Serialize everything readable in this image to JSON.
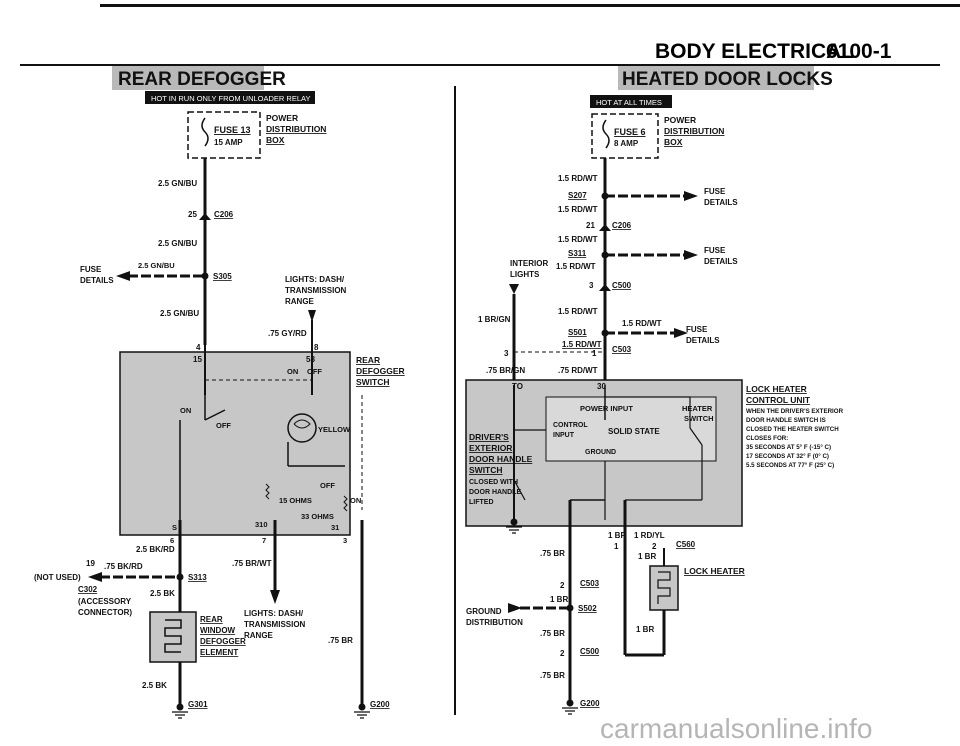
{
  "page": {
    "header_title": "BODY ELECTRICAL",
    "page_number": "6100-1",
    "watermark": "carmanualsonline.info"
  },
  "rear_defogger": {
    "title": "REAR DEFOGGER",
    "banner": "HOT IN RUN ONLY FROM UNLOADER RELAY",
    "fuse": "FUSE 13",
    "fuse_rating": "15 AMP",
    "power_box": [
      "POWER",
      "DISTRIBUTION",
      "BOX"
    ],
    "wire_top": "2.5 GN/BU",
    "conn_c206": "C206",
    "pin_c206": "25",
    "wire_mid": "2.5 GN/BU",
    "wire_splice": "2.5 GN/BU",
    "fuse_details": [
      "FUSE",
      "DETAILS"
    ],
    "splice_s305": "S305",
    "wire_lower": "2.5 GN/BU",
    "lights_dash": [
      "LIGHTS: DASH/",
      "TRANSMISSION",
      "RANGE"
    ],
    "wire_gyrd": ".75 GY/RD",
    "switch_label": [
      "REAR",
      "DEFOGGER",
      "SWITCH"
    ],
    "pins_top": [
      "4",
      "8",
      "15",
      "58"
    ],
    "on_off_top": [
      "ON",
      "OFF"
    ],
    "on_left": "ON",
    "off_left": "OFF",
    "yellow": "YELLOW",
    "off_right": "OFF",
    "on_right": "ON",
    "ohms_15": "15 OHMS",
    "ohms_33": "33 OHMS",
    "pins_bottom": [
      "S",
      "310",
      "31",
      "6",
      "7",
      "3"
    ],
    "wire_bkrd": "2.5 BK/RD",
    "pin_19": "19",
    "wire_075bkrd": ".75 BK/RD",
    "not_used": "(NOT USED)",
    "c302": "C302",
    "accessory": [
      "(ACCESSORY",
      "CONNECTOR)"
    ],
    "wire_25bk": "2.5 BK",
    "splice_s313": "S313",
    "wire_brwt": ".75 BR/WT",
    "lights_dash2": [
      "LIGHTS: DASH/",
      "TRANSMISSION",
      "RANGE"
    ],
    "element_label": [
      "REAR",
      "WINDOW",
      "DEFOGGER",
      "ELEMENT"
    ],
    "wire_bottom_bk": "2.5 BK",
    "wire_075br": ".75 BR",
    "ground_g301": "G301",
    "ground_g200": "G200"
  },
  "heated_locks": {
    "title": "HEATED DOOR LOCKS",
    "banner": "HOT AT ALL TIMES",
    "fuse": "FUSE 6",
    "fuse_rating": "8 AMP",
    "power_box": [
      "POWER",
      "DISTRIBUTION",
      "BOX"
    ],
    "w1": "1.5 RD/WT",
    "s207": "S207",
    "w2": "1.5 RD/WT",
    "fuse_det1": [
      "FUSE",
      "DETAILS"
    ],
    "pin21": "21",
    "c206": "C206",
    "w3": "1.5 RD/WT",
    "s311": "S311",
    "fuse_det2": [
      "FUSE",
      "DETAILS"
    ],
    "w4": "1.5 RD/WT",
    "interior_lights": [
      "INTERIOR",
      "LIGHTS"
    ],
    "pin3": "3",
    "c500": "C500",
    "w_brgn": "1 BR/GN",
    "w5": "1.5 RD/WT",
    "s501": "S501",
    "w6": "1.5 RD/WT",
    "fuse_det3": [
      "FUSE",
      "DETAILS"
    ],
    "w7": "1.5 RD/WT",
    "pin_left3": "3",
    "pin_right1": "1",
    "c503": "C503",
    "w_brgn2": ".75 BR/GN",
    "w_rdwt": ".75 RD/WT",
    "to_label": "TO",
    "pin30": "30",
    "power_input": "POWER INPUT",
    "heater_switch": [
      "HEATER",
      "SWITCH"
    ],
    "control_input": [
      "CONTROL",
      "INPUT"
    ],
    "solid_state": "SOLID STATE",
    "ground": "GROUND",
    "drivers_switch": [
      "DRIVER'S",
      "EXTERIOR",
      "DOOR HANDLE",
      "SWITCH"
    ],
    "closed_with": [
      "CLOSED WITH",
      "DOOR HANDLE",
      "LIFTED"
    ],
    "unit_title": [
      "LOCK HEATER",
      "CONTROL UNIT"
    ],
    "unit_desc": [
      "WHEN THE DRIVER'S EXTERIOR",
      "DOOR HANDLE SWITCH IS",
      "CLOSED THE HEATER SWITCH",
      "CLOSES FOR:",
      "35 SECONDS AT 5° F (-15° C)",
      "17 SECONDS AT 32° F (0° C)",
      "5.5 SECONDS AT 77° F (25° C)"
    ],
    "w_1br": "1 BR",
    "w_1rdyl": "1 RD/YL",
    "pin1": "1",
    "pin2": "2",
    "c560": "C560",
    "w_1br2": "1 BR",
    "w_075br_a": ".75 BR",
    "lock_heater": "LOCK HEATER",
    "pin2b": "2",
    "c503b": "C503",
    "w_1br3": "1 BR",
    "ground_dist": [
      "GROUND",
      "DISTRIBUTION"
    ],
    "s502": "S502",
    "w_075br_b": ".75 BR",
    "w_1br4": "1 BR",
    "pin2c": "2",
    "c500b": "C500",
    "w_075br_c": ".75 BR",
    "g200": "G200"
  }
}
